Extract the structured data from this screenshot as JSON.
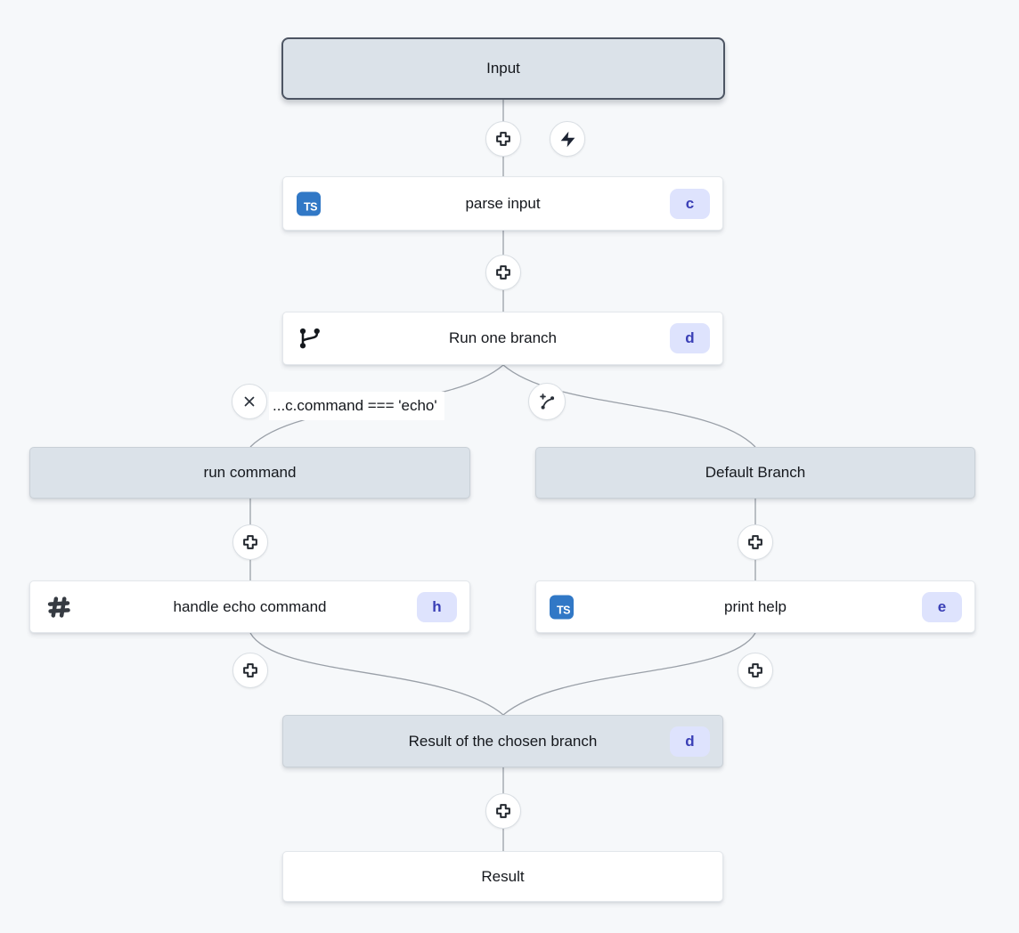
{
  "nodes": {
    "input": {
      "label": "Input"
    },
    "parse_input": {
      "label": "parse input",
      "badge": "c"
    },
    "run_one_branch": {
      "label": "Run one branch",
      "badge": "d"
    },
    "branch_condition": {
      "label": "...c.command === 'echo'"
    },
    "run_command": {
      "label": "run command"
    },
    "default_branch": {
      "label": "Default Branch"
    },
    "handle_echo_command": {
      "label": "handle echo command",
      "badge": "h"
    },
    "print_help": {
      "label": "print help",
      "badge": "e"
    },
    "branch_result": {
      "label": "Result of the chosen branch",
      "badge": "d"
    },
    "result": {
      "label": "Result"
    }
  },
  "icons": {
    "typescript": "TS"
  },
  "colors": {
    "canvas_bg": "#f6f8fa",
    "edge": "#9aa0a8",
    "node_gray_bg": "#dbe2e9",
    "node_gray_border": "#c9d0d7",
    "input_border": "#4d5563",
    "node_white_bg": "#ffffff",
    "badge_bg": "#dee3fd",
    "badge_text": "#3a3fb6",
    "typescript_blue": "#3178c6",
    "icon_dark": "#22272e"
  }
}
